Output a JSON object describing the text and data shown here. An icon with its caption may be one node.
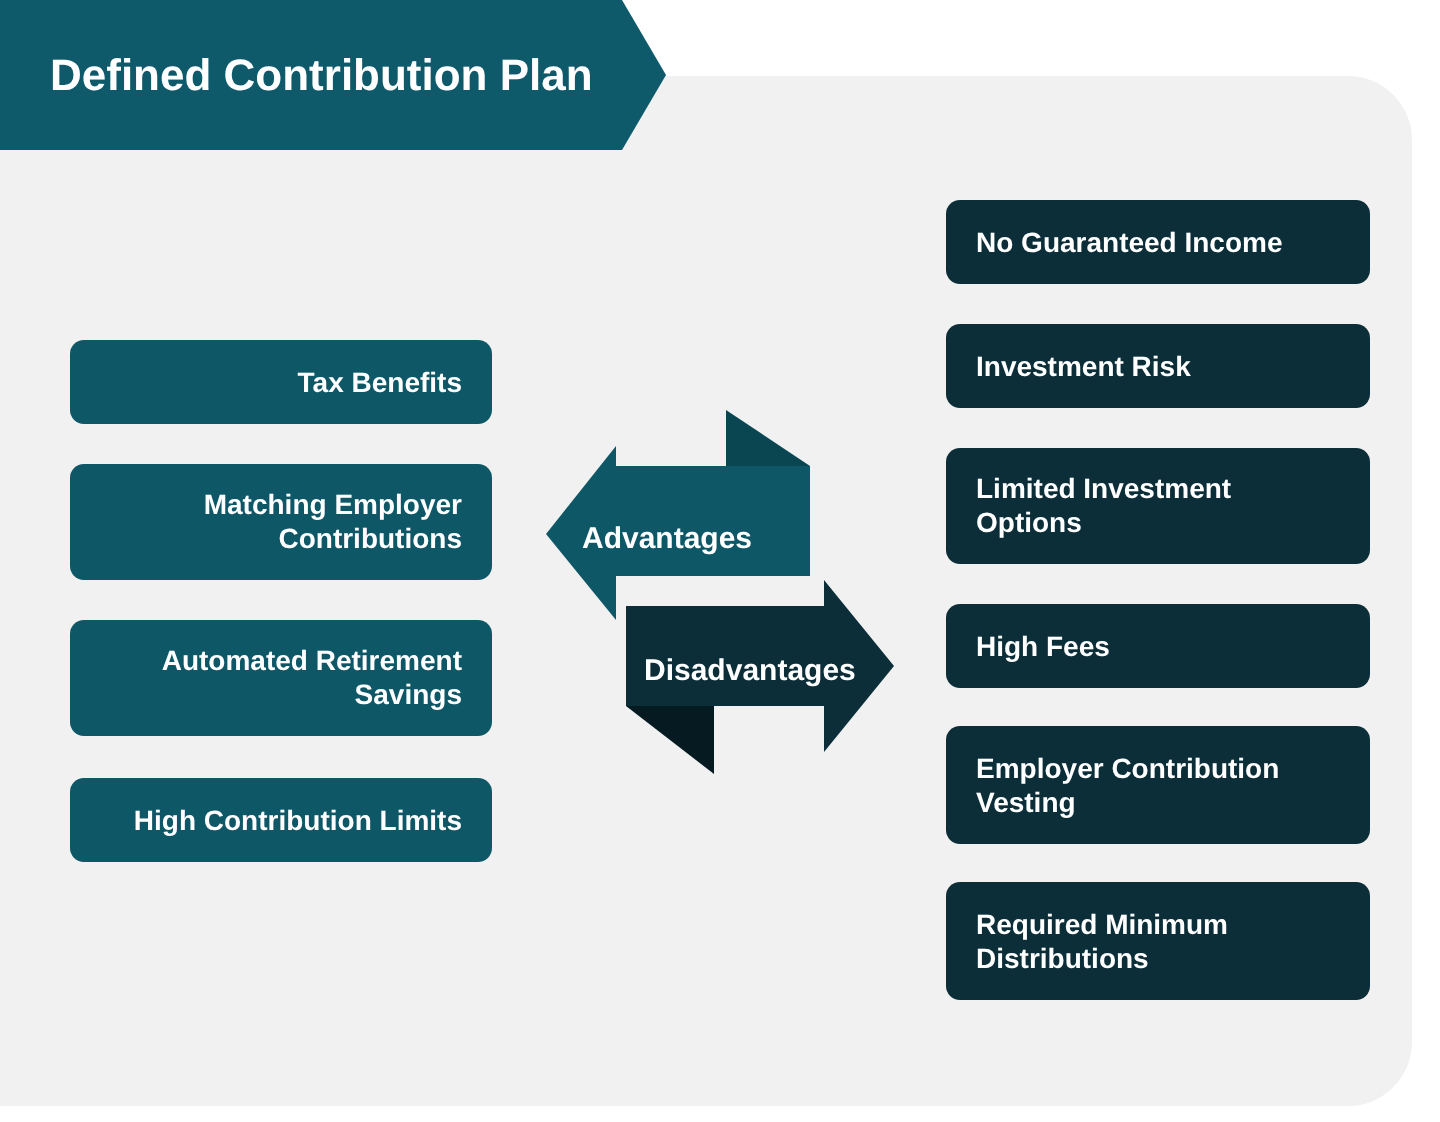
{
  "diagram": {
    "title": "Defined Contribution Plan",
    "nodes": [
      {
        "text": [
          "Tax Benefits"
        ]
      },
      {
        "text": [
          "Matching Employer Contributions"
        ]
      },
      {
        "text": [
          "Automated Retirement Savings"
        ]
      },
      {
        "text": [
          "High Contribution Limits"
        ]
      },
      {
        "text": [
          "Advantages"
        ]
      },
      {
        "text": [
          "Disadvantages"
        ]
      },
      {
        "text": [
          "No Guaranteed Income"
        ]
      },
      {
        "text": [
          "Investment Risk"
        ]
      },
      {
        "text": [
          "Limited Investment Options"
        ]
      },
      {
        "text": [
          "High Fees"
        ]
      },
      {
        "text": [
          "Employer Contribution Vesting"
        ]
      },
      {
        "text": [
          "Required Minimum Distributions"
        ]
      }
    ]
  }
}
